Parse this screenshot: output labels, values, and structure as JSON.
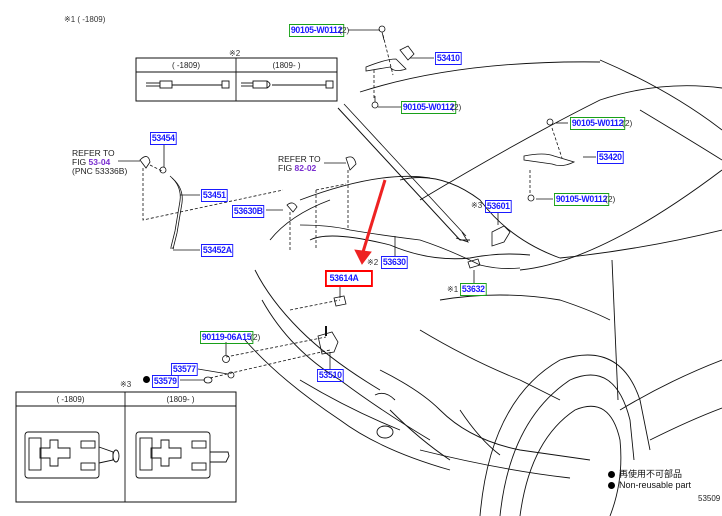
{
  "diagram": {
    "figure_number": "53509",
    "notes": {
      "note1_header": "※1 (      -1809)",
      "note2_mark": "※2",
      "note3_mark": "※3"
    },
    "table_note2": {
      "col1_header": "(      -1809)",
      "col2_header": "(1809-      )"
    },
    "table_note3": {
      "col1_header": "(      -1809)",
      "col2_header": "(1809-      )"
    },
    "references": [
      {
        "line1": "REFER TO",
        "fig_prefix": "FIG ",
        "fig": "53-04",
        "line3": "(PNC 53336B)"
      },
      {
        "line1": "REFER TO",
        "fig_prefix": "FIG ",
        "fig": "82-02"
      }
    ],
    "parts": [
      {
        "id": "90105-W0112",
        "qty": "(2)",
        "style": "green",
        "position_hint": "top-center"
      },
      {
        "id": "53410",
        "style": "blue"
      },
      {
        "id": "90105-W0112",
        "qty": "(2)",
        "style": "green",
        "position_hint": "under-53410"
      },
      {
        "id": "90105-W0112",
        "qty": "(2)",
        "style": "green",
        "position_hint": "upper-right"
      },
      {
        "id": "53420",
        "style": "blue"
      },
      {
        "id": "90105-W0112",
        "qty": "(2)",
        "style": "green",
        "position_hint": "under-53420"
      },
      {
        "id": "53454",
        "style": "blue"
      },
      {
        "id": "53451",
        "style": "blue"
      },
      {
        "id": "53630B",
        "style": "blue"
      },
      {
        "id": "53452A",
        "style": "blue"
      },
      {
        "id": "53601",
        "style": "blue",
        "mark": "※3"
      },
      {
        "id": "53630",
        "style": "blue",
        "mark": "※2"
      },
      {
        "id": "53614A",
        "style": "selected"
      },
      {
        "id": "53632",
        "style": "green",
        "mark": "※1"
      },
      {
        "id": "90119-06A15",
        "qty": "(2)",
        "style": "green"
      },
      {
        "id": "53577",
        "style": "blue"
      },
      {
        "id": "53579",
        "style": "blue",
        "non_reusable": true
      },
      {
        "id": "53510",
        "style": "blue"
      }
    ],
    "legend": {
      "japanese": "再使用不可部品",
      "english": "Non-reusable part"
    },
    "colors": {
      "part_link": "#1a1aff",
      "std_part_border": "#18a018",
      "highlight": "#ff0000",
      "fig_ref": "#7a2fd0"
    }
  }
}
